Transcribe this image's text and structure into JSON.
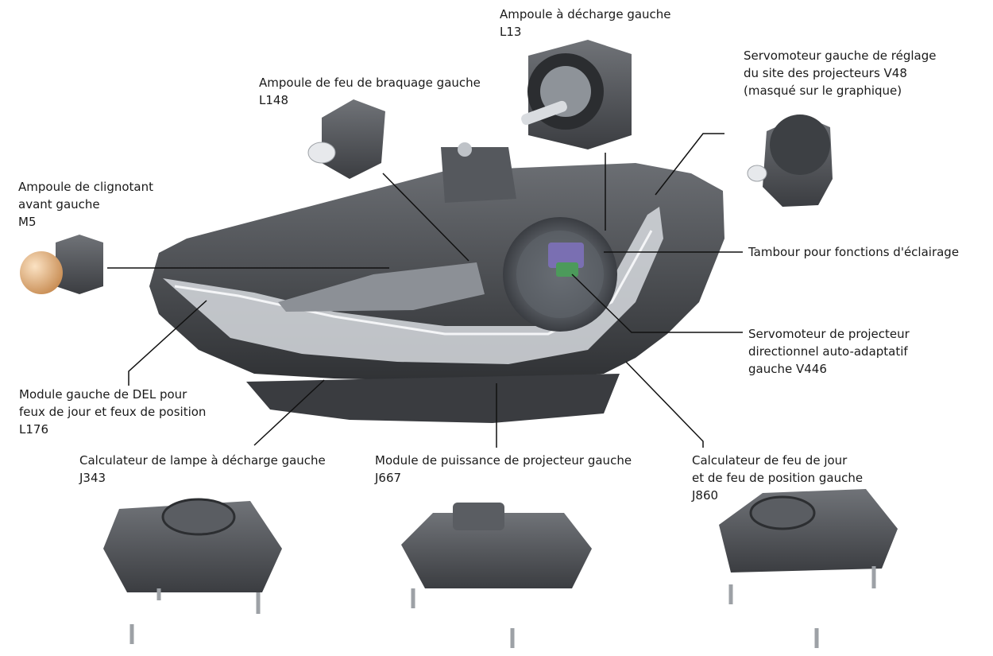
{
  "labels": {
    "discharge_bulb": [
      "Ampoule à décharge gauche",
      "L13"
    ],
    "cornering_bulb": [
      "Ampoule de feu de braquage gauche",
      "L148"
    ],
    "range_servo": [
      "Servomoteur gauche de réglage",
      "du site des projecteurs V48",
      "(masqué sur le graphique)"
    ],
    "turn_signal_bulb": [
      "Ampoule de clignotant",
      "avant gauche",
      "M5"
    ],
    "drum": [
      "Tambour pour fonctions d'éclairage"
    ],
    "afs_servo": [
      "Servomoteur de projecteur",
      "directionnel auto-adaptatif",
      "gauche V446"
    ],
    "led_module": [
      "Module gauche de DEL pour",
      "feux de jour et feux de position",
      "L176"
    ],
    "discharge_ecu": [
      "Calculateur de lampe à décharge gauche",
      "J343"
    ],
    "power_module": [
      "Module de puissance de projecteur gauche",
      "J667"
    ],
    "drl_ecu": [
      "Calculateur de feu de jour",
      "et de feu de position gauche",
      "J860"
    ]
  },
  "colors": {
    "housing": "#4a4c50",
    "housing_dark": "#2e3033",
    "lens_chrome": "#c9ccd1",
    "turn_bulb": "#e8b27a",
    "leader": "#111111"
  }
}
